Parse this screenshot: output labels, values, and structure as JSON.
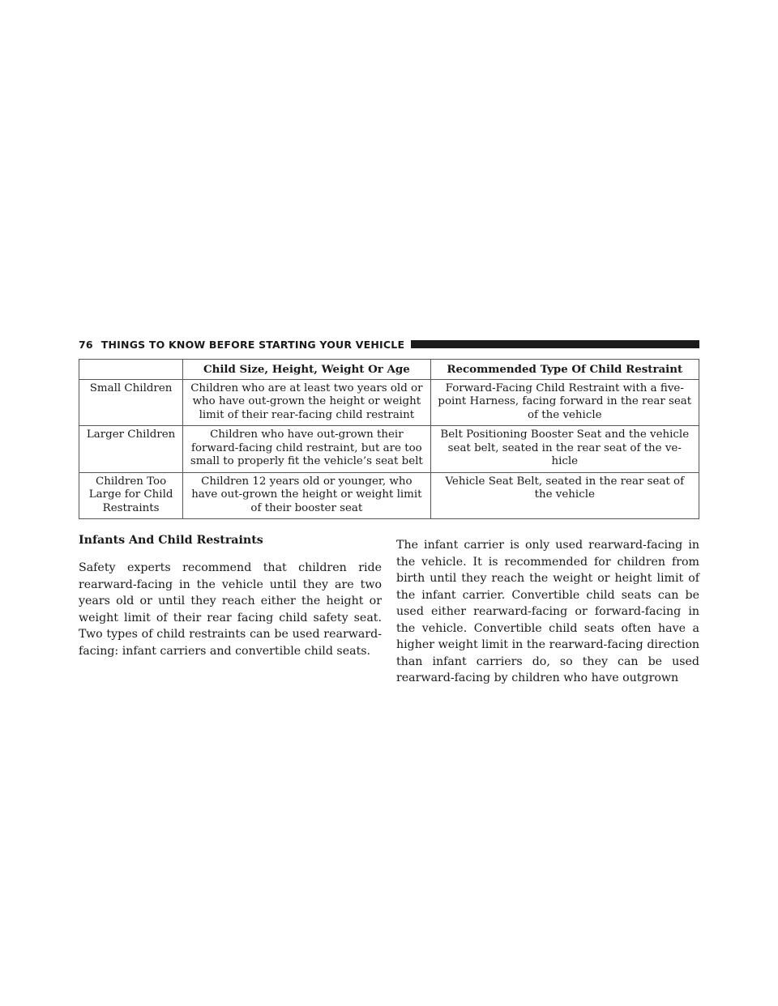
{
  "header": {
    "page_number": "76",
    "section_title": "THINGS TO KNOW BEFORE STARTING YOUR VEHICLE"
  },
  "table": {
    "columns": [
      "",
      "Child Size, Height, Weight Or Age",
      "Recommended Type Of Child Restraint"
    ],
    "rows": [
      {
        "category": "Small Children",
        "size": "Children who are at least two years old or who have out-grown the height or weight limit of their rear-facing child restraint",
        "restraint": "Forward-Facing Child Restraint with a five-point Harness, facing forward in the rear seat of the vehicle"
      },
      {
        "category": "Larger Children",
        "size": "Children who have out-grown their forward-facing child restraint, but are too small to properly fit the vehicle’s seat belt",
        "restraint": "Belt Positioning Booster Seat and the vehicle seat belt, seated in the rear seat of the ve-hicle"
      },
      {
        "category": "Children Too Large for Child Restraints",
        "size": "Children 12 years old or younger, who have out-grown the height or weight limit of their booster seat",
        "restraint": "Vehicle Seat Belt, seated in the rear seat of the vehicle"
      }
    ]
  },
  "section": {
    "heading": "Infants And Child Restraints",
    "paragraph_left": "Safety experts recommend that children ride rearward-facing in the vehicle until they are two years old or until they reach either the height or weight limit of their rear facing child safety seat. Two types of child restraints can be used rearward-facing: infant carriers and convertible child seats.",
    "paragraph_right": "The infant carrier is only used rearward-facing in the vehicle. It is recommended for children from birth until they reach the weight or height limit of the infant carrier. Convertible child seats can be used either rearward-facing or forward-facing in the vehicle. Convertible child seats often have a higher weight limit in the rearward-facing direction than infant carriers do, so they can be used rearward-facing by children who have outgrown"
  }
}
